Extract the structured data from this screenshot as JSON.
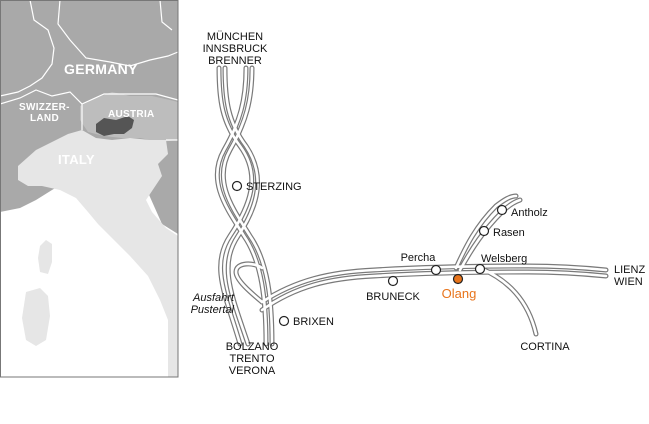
{
  "inset_map": {
    "countries": [
      {
        "id": "germany",
        "label": "GERMANY"
      },
      {
        "id": "switzerland",
        "label_lines": [
          "SWIZZER-",
          "LAND"
        ]
      },
      {
        "id": "austria",
        "label": "AUSTRIA"
      },
      {
        "id": "italy",
        "label": "ITALY"
      }
    ],
    "colors": {
      "sea": "#ffffff",
      "neighbor_land": "#a9a9a9",
      "austria_land": "#bdbdbd",
      "italy_land": "#e6e6e6",
      "highlight_region": "#555555",
      "border_line": "#ffffff",
      "frame": "#777777"
    }
  },
  "route_map": {
    "destinations": {
      "north": [
        "MÜNCHEN",
        "INNSBRUCK",
        "BRENNER"
      ],
      "south": [
        "BOLZANO",
        "TRENTO",
        "VERONA"
      ],
      "east": [
        "LIENZ",
        "WIEN"
      ],
      "south_east": "CORTINA",
      "exit": [
        "Ausfahrt",
        "Pustertal"
      ]
    },
    "towns": [
      {
        "id": "sterzing",
        "label": "STERZING"
      },
      {
        "id": "brixen",
        "label": "BRIXEN"
      },
      {
        "id": "bruneck",
        "label": "BRUNECK"
      },
      {
        "id": "percha",
        "label": "Percha"
      },
      {
        "id": "olang",
        "label": "Olang",
        "highlight": true
      },
      {
        "id": "welsberg",
        "label": "Welsberg"
      },
      {
        "id": "rasen",
        "label": "Rasen"
      },
      {
        "id": "antholz",
        "label": "Antholz"
      }
    ],
    "colors": {
      "road_edge": "#7a7a7a",
      "road_fill": "#ffffff",
      "town_marker": "#ffffff",
      "highlight": "#e8741b",
      "text": "#111111"
    }
  }
}
